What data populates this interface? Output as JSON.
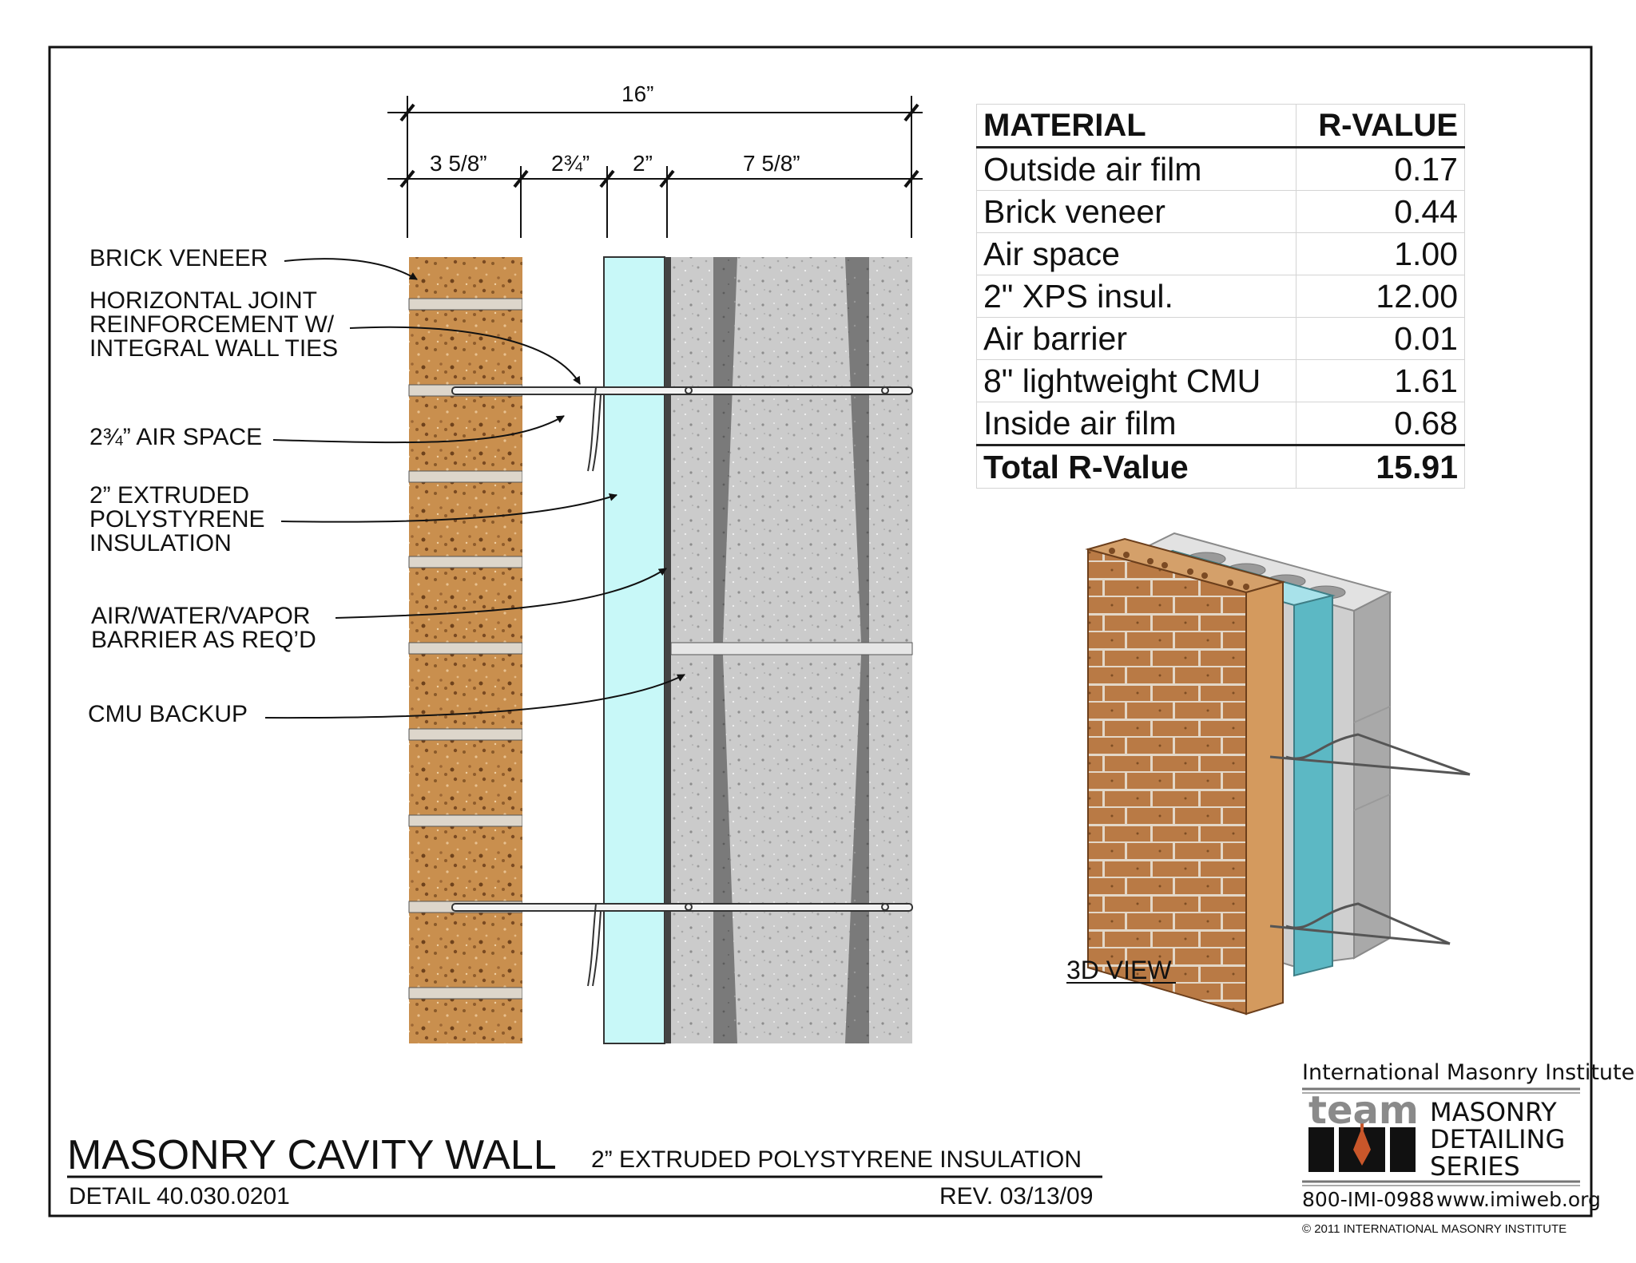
{
  "dimensions": {
    "overall": "16”",
    "brick": "3 5/8”",
    "air_space": "2¾”",
    "insulation": "2”",
    "cmu": "7 5/8”"
  },
  "callouts": {
    "brick_veneer": "BRICK VENEER",
    "joint_reinf_1": "HORIZONTAL JOINT",
    "joint_reinf_2": "REINFORCEMENT W/",
    "joint_reinf_3": "INTEGRAL WALL TIES",
    "air_space": "2¾” AIR SPACE",
    "xps_1": "2” EXTRUDED",
    "xps_2": "POLYSTYRENE",
    "xps_3": "INSULATION",
    "barrier_1": "AIR/WATER/VAPOR",
    "barrier_2": "BARRIER AS REQ’D",
    "cmu": "CMU BACKUP"
  },
  "rvalue_table": {
    "headers": [
      "MATERIAL",
      "R-VALUE"
    ],
    "rows": [
      [
        "Outside air film",
        "0.17"
      ],
      [
        "Brick veneer",
        "0.44"
      ],
      [
        "Air space",
        "1.00"
      ],
      [
        "2\" XPS insul.",
        "12.00"
      ],
      [
        "Air barrier",
        "0.01"
      ],
      [
        "8\" lightweight CMU",
        "1.61"
      ],
      [
        "Inside air film",
        "0.68"
      ]
    ],
    "total": [
      "Total R-Value",
      "15.91"
    ]
  },
  "view_3d_label": "3D VIEW",
  "title_block": {
    "title": "MASONRY CAVITY WALL",
    "subtitle": "2” EXTRUDED POLYSTYRENE INSULATION",
    "detail": "DETAIL 40.030.0201",
    "rev": "REV. 03/13/09"
  },
  "logo": {
    "org": "International Masonry Institute",
    "team": "team",
    "series_1": "MASONRY",
    "series_2": "DETAILING",
    "series_3": "SERIES",
    "phone": "800-IMI-0988",
    "web": "www.imiweb.org"
  },
  "copyright": "© 2011 INTERNATIONAL MASONRY INSTITUTE",
  "colors": {
    "brick": "#c98f4e",
    "mortar": "#dcd6cc",
    "insulation": "#c8f8f8",
    "cmu": "#c9c9c9",
    "cmu_web": "#7d7d7d",
    "insulation_3d": "#8fd6df"
  }
}
